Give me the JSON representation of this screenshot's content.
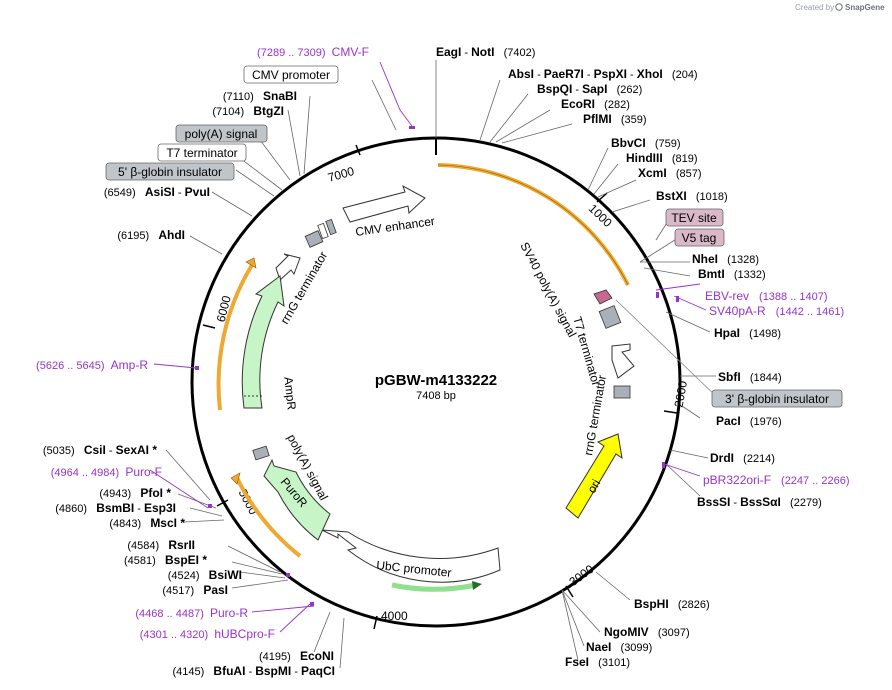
{
  "credit": {
    "prefix": "Created by",
    "brand": "SnapGene"
  },
  "plasmid": {
    "name": "pGBW-m4133222",
    "size": "7408 bp",
    "total": 7408
  },
  "colors": {
    "backbone": "#000000",
    "orange": "#f0a830",
    "green_fill": "#c8f5c8",
    "yellow": "#ffff00",
    "purple": "#9933cc",
    "grey_box": "#a9b0b7",
    "pink_box": "#d9b8c8"
  },
  "ticks": [
    {
      "label": "1000",
      "bp": 1000
    },
    {
      "label": "2000",
      "bp": 2000
    },
    {
      "label": "3000",
      "bp": 3000
    },
    {
      "label": "4000",
      "bp": 4000
    },
    {
      "label": "5000",
      "bp": 5000
    },
    {
      "label": "6000",
      "bp": 6000
    },
    {
      "label": "7000",
      "bp": 7000
    }
  ],
  "sites": [
    {
      "parts": [
        {
          "t": "EagI",
          "b": true
        },
        {
          "t": " - "
        },
        {
          "t": "NotI",
          "b": true
        },
        {
          "t": "   (7402)"
        }
      ],
      "bp": 7402
    },
    {
      "parts": [
        {
          "t": "AbsI",
          "b": true
        },
        {
          "t": " - "
        },
        {
          "t": "PaeR7I",
          "b": true
        },
        {
          "t": " - "
        },
        {
          "t": "PspXI",
          "b": true
        },
        {
          "t": " - "
        },
        {
          "t": "XhoI",
          "b": true
        },
        {
          "t": "   (204)"
        }
      ],
      "bp": 204
    },
    {
      "parts": [
        {
          "t": "BspQI",
          "b": true
        },
        {
          "t": " - "
        },
        {
          "t": "SapI",
          "b": true
        },
        {
          "t": "   (262)"
        }
      ],
      "bp": 262
    },
    {
      "parts": [
        {
          "t": "EcoRI",
          "b": true
        },
        {
          "t": "   (282)"
        }
      ],
      "bp": 282
    },
    {
      "parts": [
        {
          "t": "PflMI",
          "b": true
        },
        {
          "t": "   (359)"
        }
      ],
      "bp": 359
    },
    {
      "parts": [
        {
          "t": "BbvCI",
          "b": true
        },
        {
          "t": "   (759)"
        }
      ],
      "bp": 759
    },
    {
      "parts": [
        {
          "t": "HindIII",
          "b": true
        },
        {
          "t": "   (819)"
        }
      ],
      "bp": 819
    },
    {
      "parts": [
        {
          "t": "XcmI",
          "b": true
        },
        {
          "t": "   (857)"
        }
      ],
      "bp": 857
    },
    {
      "parts": [
        {
          "t": "BstXI",
          "b": true
        },
        {
          "t": "   (1018)"
        }
      ],
      "bp": 1018
    },
    {
      "parts": [
        {
          "t": "NheI",
          "b": true
        },
        {
          "t": "   (1328)"
        }
      ],
      "bp": 1328
    },
    {
      "parts": [
        {
          "t": "BmtI",
          "b": true
        },
        {
          "t": "   (1332)"
        }
      ],
      "bp": 1332
    },
    {
      "parts": [
        {
          "t": "HpaI",
          "b": true
        },
        {
          "t": "   (1498)"
        }
      ],
      "bp": 1498
    },
    {
      "parts": [
        {
          "t": "SbfI",
          "b": true
        },
        {
          "t": "   (1844)"
        }
      ],
      "bp": 1844
    },
    {
      "parts": [
        {
          "t": "PacI",
          "b": true
        },
        {
          "t": "   (1976)"
        }
      ],
      "bp": 1976
    },
    {
      "parts": [
        {
          "t": "DrdI",
          "b": true
        },
        {
          "t": "   (2214)"
        }
      ],
      "bp": 2214
    },
    {
      "parts": [
        {
          "t": "BssSI",
          "b": true
        },
        {
          "t": " - "
        },
        {
          "t": "BssSαI",
          "b": true
        },
        {
          "t": "   (2279)"
        }
      ],
      "bp": 2279
    },
    {
      "parts": [
        {
          "t": "BspHI",
          "b": true
        },
        {
          "t": "   (2826)"
        }
      ],
      "bp": 2826
    },
    {
      "parts": [
        {
          "t": "NgoMIV",
          "b": true
        },
        {
          "t": "   (3097)"
        }
      ],
      "bp": 3097
    },
    {
      "parts": [
        {
          "t": "NaeI",
          "b": true
        },
        {
          "t": "   (3099)"
        }
      ],
      "bp": 3099
    },
    {
      "parts": [
        {
          "t": "FseI",
          "b": true
        },
        {
          "t": "   (3101)"
        }
      ],
      "bp": 3101
    },
    {
      "parts": [
        {
          "t": "(4145)   "
        },
        {
          "t": "BfuAI",
          "b": true
        },
        {
          "t": " - "
        },
        {
          "t": "BspMI",
          "b": true
        },
        {
          "t": " - "
        },
        {
          "t": "PaqCI",
          "b": true
        }
      ],
      "bp": 4145
    },
    {
      "parts": [
        {
          "t": "(4195)   "
        },
        {
          "t": "EcoNI",
          "b": true
        }
      ],
      "bp": 4195
    },
    {
      "parts": [
        {
          "t": "(4517)   "
        },
        {
          "t": "PasI",
          "b": true
        }
      ],
      "bp": 4517
    },
    {
      "parts": [
        {
          "t": "(4524)   "
        },
        {
          "t": "BsiWI",
          "b": true
        }
      ],
      "bp": 4524
    },
    {
      "parts": [
        {
          "t": "(4581)   "
        },
        {
          "t": "BspEI *",
          "b": true
        }
      ],
      "bp": 4581
    },
    {
      "parts": [
        {
          "t": "(4584)   "
        },
        {
          "t": "RsrII",
          "b": true
        }
      ],
      "bp": 4584
    },
    {
      "parts": [
        {
          "t": "(4843)   "
        },
        {
          "t": "MscI *",
          "b": true
        }
      ],
      "bp": 4843
    },
    {
      "parts": [
        {
          "t": "(4860)   "
        },
        {
          "t": "BsmBI",
          "b": true
        },
        {
          "t": " - "
        },
        {
          "t": "Esp3I",
          "b": true
        }
      ],
      "bp": 4860
    },
    {
      "parts": [
        {
          "t": "(4943)   "
        },
        {
          "t": "PfoI *",
          "b": true
        }
      ],
      "bp": 4943
    },
    {
      "parts": [
        {
          "t": "(5035)   "
        },
        {
          "t": "CsiI",
          "b": true
        },
        {
          "t": " - "
        },
        {
          "t": "SexAI *",
          "b": true
        }
      ],
      "bp": 5035
    },
    {
      "parts": [
        {
          "t": "(6195)   "
        },
        {
          "t": "AhdI",
          "b": true
        }
      ],
      "bp": 6195
    },
    {
      "parts": [
        {
          "t": "(6549)   "
        },
        {
          "t": "AsiSI",
          "b": true
        },
        {
          "t": " - "
        },
        {
          "t": "PvuI",
          "b": true
        }
      ],
      "bp": 6549
    },
    {
      "parts": [
        {
          "t": "(7104)   "
        },
        {
          "t": "BtgZI",
          "b": true
        }
      ],
      "bp": 7104
    },
    {
      "parts": [
        {
          "t": "(7110)   "
        },
        {
          "t": "SnaBI",
          "b": true
        }
      ],
      "bp": 7110
    }
  ],
  "primers": [
    {
      "name": "EBV-rev",
      "range": "(1388 .. 1407)",
      "bp": 1397
    },
    {
      "name": "SV40pA-R",
      "range": "(1442 .. 1461)",
      "bp": 1451
    },
    {
      "name": "pBR322ori-F",
      "range": "(2247 .. 2266)",
      "bp": 2256
    },
    {
      "name": "Puro-R",
      "range": "(4468 .. 4487)",
      "bp": 4477
    },
    {
      "name": "hUBCpro-F",
      "range": "(4301 .. 4320)",
      "bp": 4310
    },
    {
      "name": "Puro-F",
      "range": "(4964 .. 4984)",
      "bp": 4974
    },
    {
      "name": "Amp-R",
      "range": "(5626 .. 5645)",
      "bp": 5635
    },
    {
      "name": "CMV-F",
      "range": "(7289 .. 7309)",
      "bp": 7299
    }
  ],
  "badges": [
    {
      "label": "TEV site",
      "style": "pink"
    },
    {
      "label": "V5 tag",
      "style": "pink"
    },
    {
      "label": "3' β-globin insulator",
      "style": "grey"
    },
    {
      "label": "CMV promoter",
      "style": "white"
    },
    {
      "label": "poly(A) signal",
      "style": "grey"
    },
    {
      "label": "T7 terminator",
      "style": "white"
    },
    {
      "label": "5' β-globin insulator",
      "style": "grey"
    }
  ],
  "features": [
    {
      "label": "CMV enhancer"
    },
    {
      "label": "SV40 poly(A) signal"
    },
    {
      "label": "T7 terminator"
    },
    {
      "label": "rrnG terminator"
    },
    {
      "label": "ori"
    },
    {
      "label": "UbC promoter"
    },
    {
      "label": "PuroR"
    },
    {
      "label": "poly(A) signal"
    },
    {
      "label": "AmpR"
    },
    {
      "label": "rrnG terminator"
    }
  ]
}
